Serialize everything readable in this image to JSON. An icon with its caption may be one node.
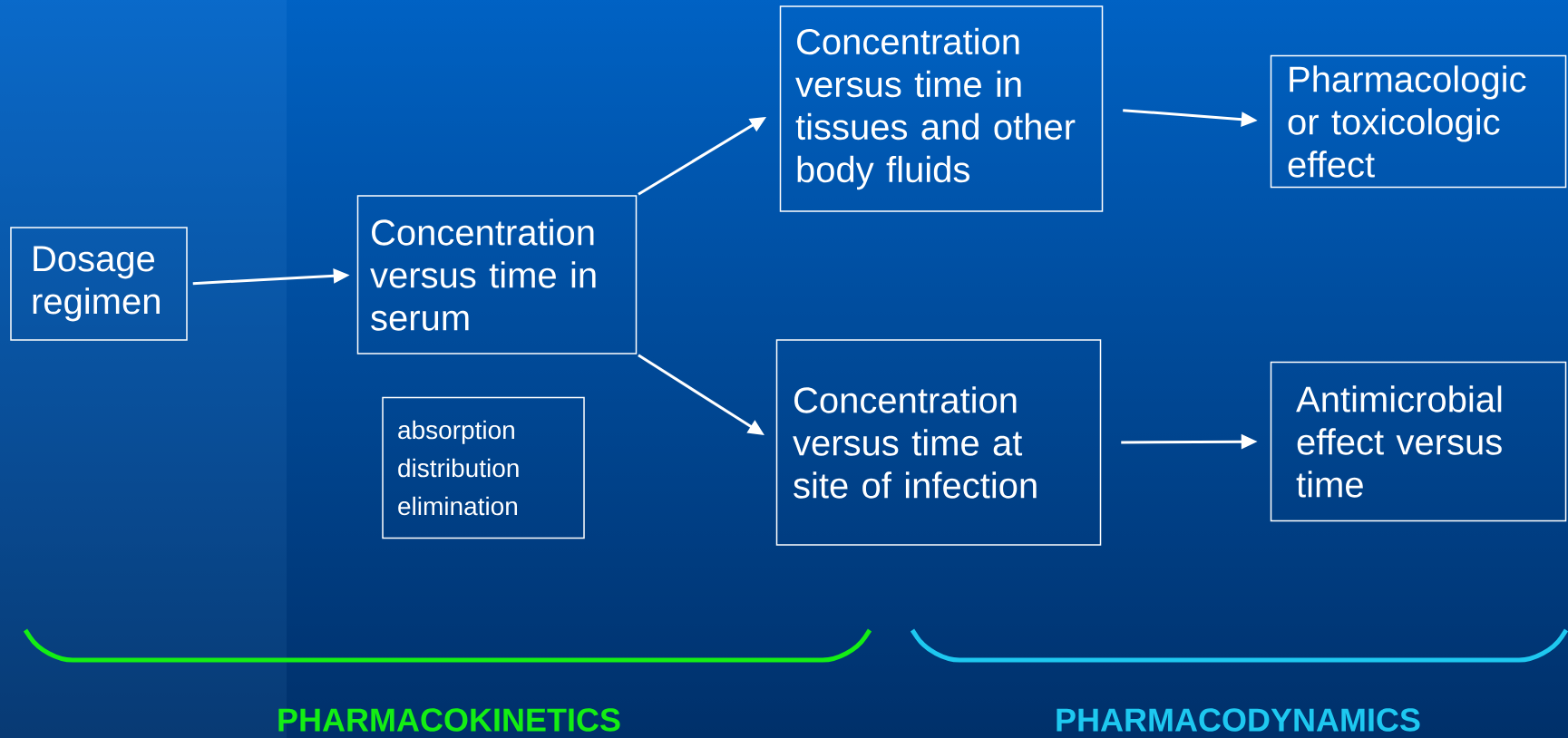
{
  "diagram": {
    "nodes": [
      {
        "text": [
          "Dosage regimen"
        ]
      },
      {
        "text": [
          "Concentration versus time in serum"
        ]
      },
      {
        "text": [
          "absorption distribution elimination"
        ]
      },
      {
        "text": [
          "Concentration versus time in tissues and other body fluids"
        ]
      },
      {
        "text": [
          "Concentration versus time at site of infection"
        ]
      },
      {
        "text": [
          "Pharmacologic or toxicologic effect"
        ]
      },
      {
        "text": [
          "Antimicrobial effect versus time"
        ]
      }
    ],
    "edges": [
      {
        "from": 0,
        "to": 1,
        "arrow": "to"
      },
      {
        "from": 1,
        "to": 3,
        "arrow": "to"
      },
      {
        "from": 1,
        "to": 4,
        "arrow": "to"
      },
      {
        "from": 3,
        "to": 5,
        "arrow": "to"
      },
      {
        "from": 4,
        "to": 6,
        "arrow": "to"
      }
    ],
    "labels": [
      "PHARMACOKINETICS",
      "PHARMACODYNAMICS"
    ]
  }
}
